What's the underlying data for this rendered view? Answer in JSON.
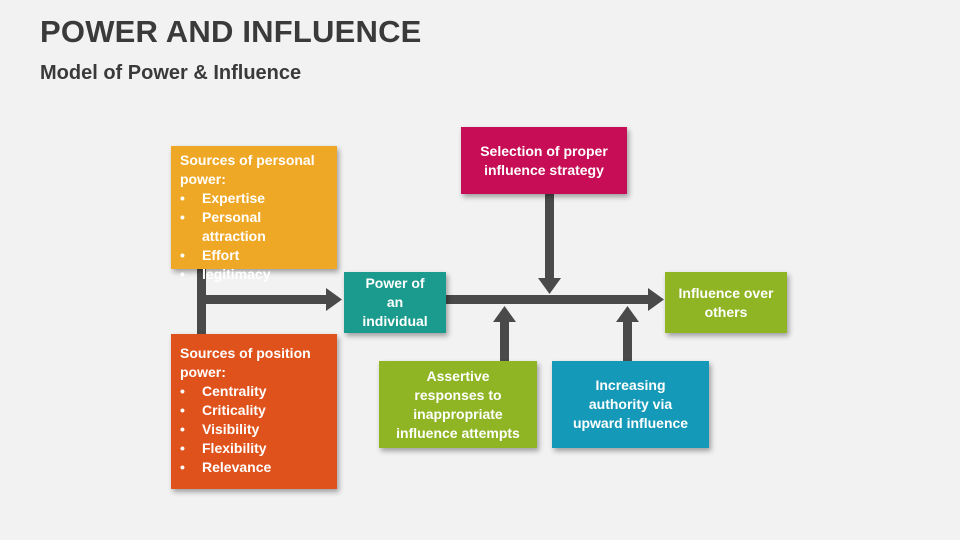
{
  "header": {
    "title": "POWER AND INFLUENCE",
    "subtitle": "Model of Power & Influence"
  },
  "colors": {
    "personal": "#efa826",
    "position": "#e0521b",
    "power": "#1a9b8d",
    "selection": "#c70d55",
    "influence": "#8fb524",
    "assertive": "#8fb524",
    "authority": "#1599b8",
    "connector": "#4a4a4a"
  },
  "diagram": {
    "personal": {
      "heading": "Sources of personal power:",
      "items": [
        "Expertise",
        "Personal attraction",
        "Effort",
        "legitimacy"
      ]
    },
    "position": {
      "heading": "Sources of position power:",
      "items": [
        "Centrality",
        "Criticality",
        "Visibility",
        "Flexibility",
        "Relevance"
      ]
    },
    "power_individual": "Power of an individual",
    "selection": "Selection of proper influence strategy",
    "influence_others": "Influence over others",
    "assertive": "Assertive responses to inappropriate influence attempts",
    "authority": "Increasing authority via upward influence"
  }
}
